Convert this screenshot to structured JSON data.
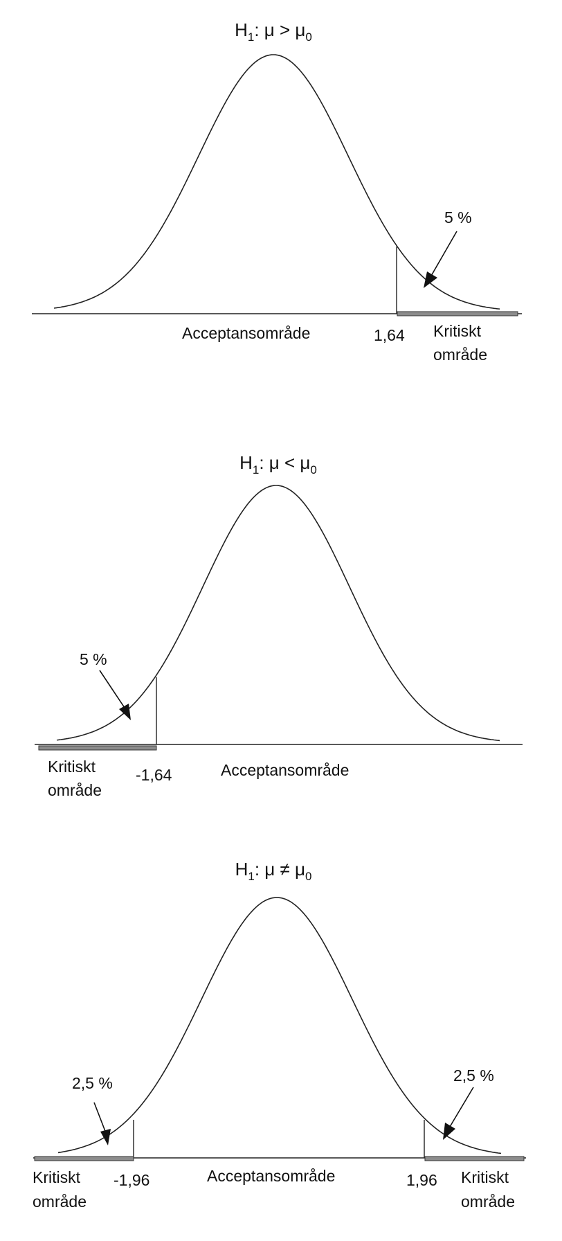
{
  "colors": {
    "ink": "#111111",
    "critical_region_bar": "#8c8c8c",
    "background": "#ffffff"
  },
  "panels": [
    {
      "hypothesis": {
        "prefix": "H",
        "prefix_sub": "1",
        "relation": ": μ > μ",
        "suffix_sub": "0"
      },
      "acceptance_label": "Acceptansområde",
      "critical_values": [
        {
          "value": 1.64,
          "label": "1,64"
        }
      ],
      "critical_regions": [
        {
          "side": "right",
          "line1": "Kritiskt",
          "line2": "område",
          "tail_percent": "5 %"
        }
      ]
    },
    {
      "hypothesis": {
        "prefix": "H",
        "prefix_sub": "1",
        "relation": ": μ < μ",
        "suffix_sub": "0"
      },
      "acceptance_label": "Acceptansområde",
      "critical_values": [
        {
          "value": -1.64,
          "label": "-1,64"
        }
      ],
      "critical_regions": [
        {
          "side": "left",
          "line1": "Kritiskt",
          "line2": "område",
          "tail_percent": "5 %"
        }
      ]
    },
    {
      "hypothesis": {
        "prefix": "H",
        "prefix_sub": "1",
        "relation": ": μ ≠ μ",
        "suffix_sub": "0"
      },
      "acceptance_label": "Acceptansområde",
      "critical_values": [
        {
          "value": -1.96,
          "label": "-1,96"
        },
        {
          "value": 1.96,
          "label": "1,96"
        }
      ],
      "critical_regions": [
        {
          "side": "left",
          "line1": "Kritiskt",
          "line2": "område",
          "tail_percent": "2,5 %"
        },
        {
          "side": "right",
          "line1": "Kritiskt",
          "line2": "område",
          "tail_percent": "2,5 %"
        }
      ]
    }
  ]
}
